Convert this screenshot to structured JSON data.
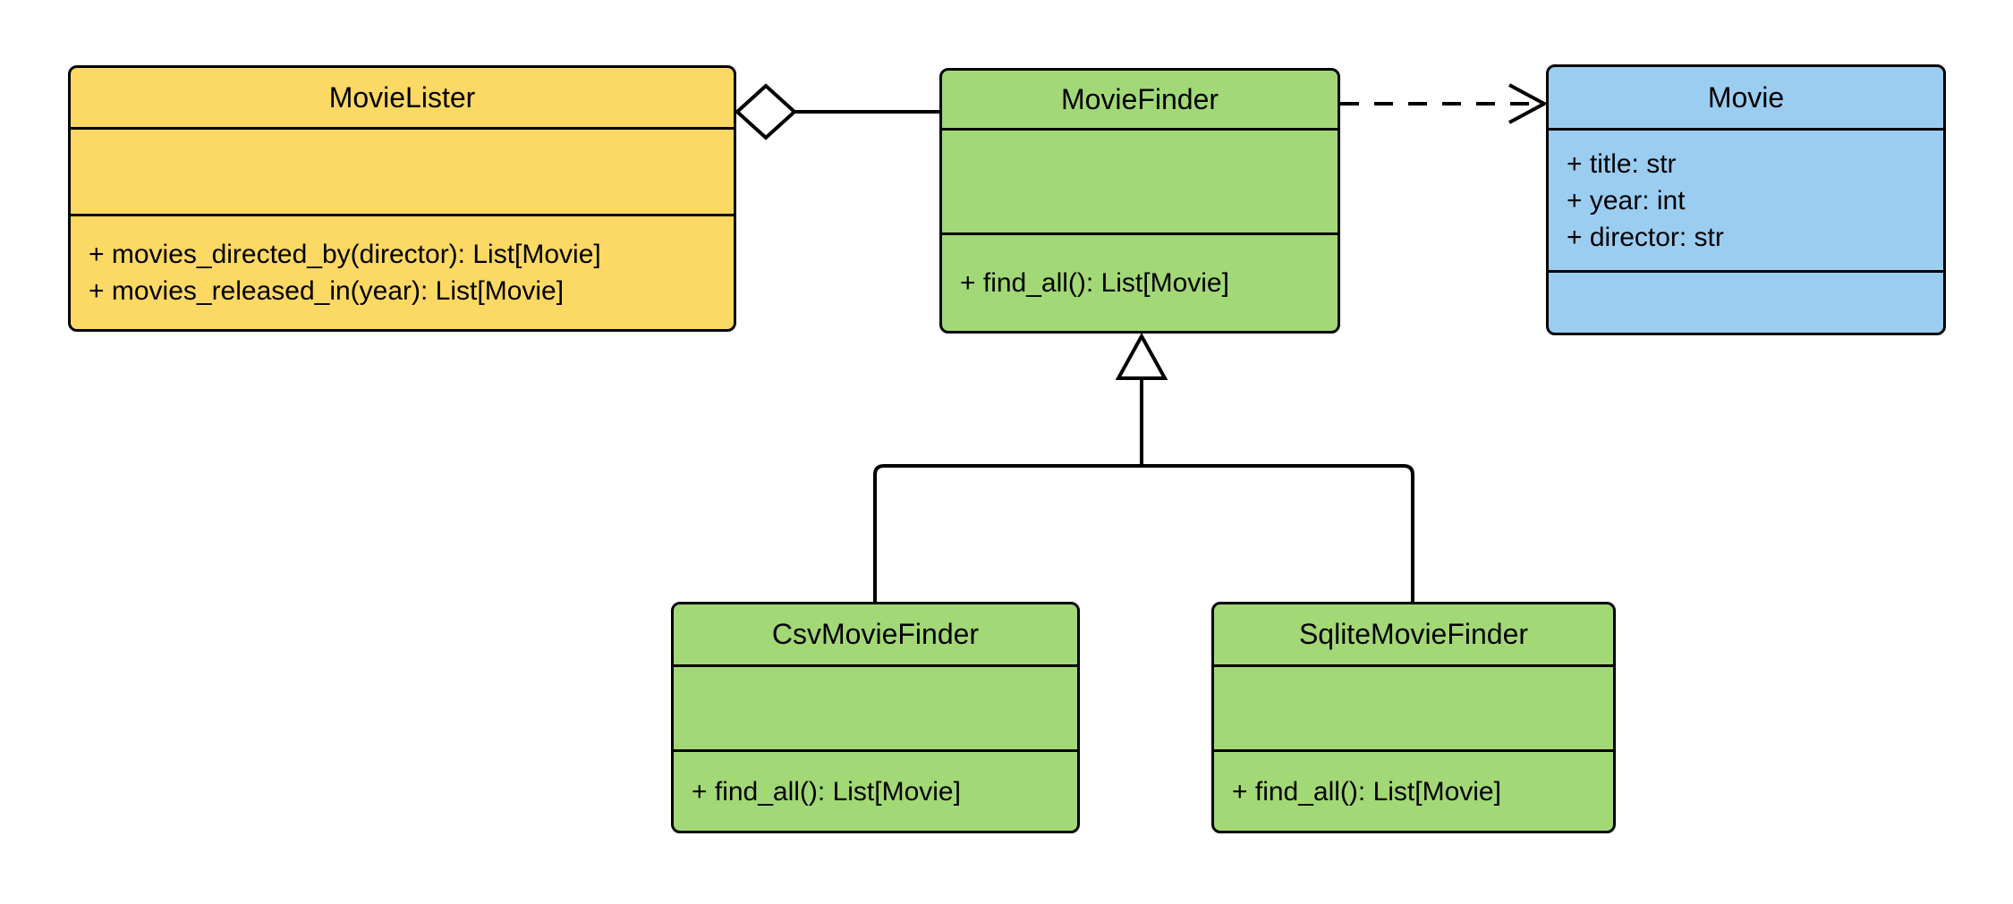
{
  "diagram": {
    "kind": "uml-class-diagram",
    "colors": {
      "yellow_fill": "#FCD864",
      "green_fill": "#A2D876",
      "blue_fill": "#9BCDF1",
      "stroke": "#000000",
      "background": "#FFFFFF"
    },
    "classes": [
      {
        "name": "MovieLister",
        "fill": "#FCD864",
        "attributes": [],
        "methods": [
          "+ movies_directed_by(director): List[Movie]",
          "+ movies_released_in(year): List[Movie]"
        ]
      },
      {
        "name": "MovieFinder",
        "fill": "#A2D876",
        "attributes": [],
        "methods": [
          "+ find_all(): List[Movie]"
        ]
      },
      {
        "name": "Movie",
        "fill": "#9BCDF1",
        "attributes": [
          "+ title: str",
          "+ year: int",
          "+ director: str"
        ],
        "methods": []
      },
      {
        "name": "CsvMovieFinder",
        "fill": "#A2D876",
        "attributes": [],
        "methods": [
          "+ find_all(): List[Movie]"
        ]
      },
      {
        "name": "SqliteMovieFinder",
        "fill": "#A2D876",
        "attributes": [],
        "methods": [
          "+ find_all(): List[Movie]"
        ]
      }
    ],
    "relationships": [
      {
        "type": "aggregation",
        "whole": "MovieLister",
        "part": "MovieFinder"
      },
      {
        "type": "dependency",
        "from": "MovieFinder",
        "to": "Movie"
      },
      {
        "type": "inheritance",
        "subclass": "CsvMovieFinder",
        "superclass": "MovieFinder"
      },
      {
        "type": "inheritance",
        "subclass": "SqliteMovieFinder",
        "superclass": "MovieFinder"
      }
    ]
  }
}
